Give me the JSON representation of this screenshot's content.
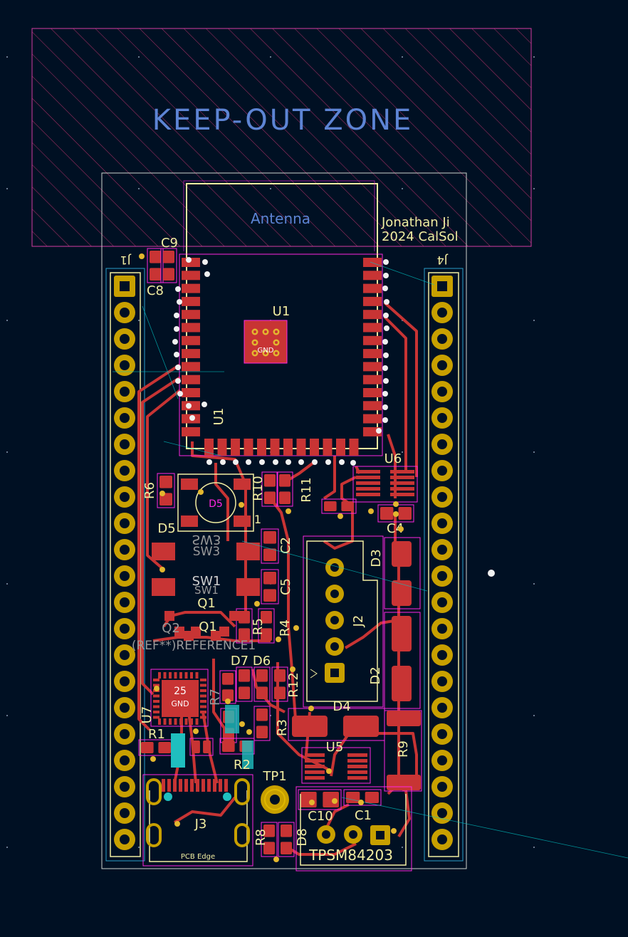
{
  "view": {
    "background": "#001023",
    "colors": {
      "copper": "#c83434",
      "copper_dark": "#a42a2a",
      "pad_gold": "#c8a000",
      "silkscreen": "#f2eda1",
      "courtyard": "#ff26e2",
      "edge": "#d0d2cd",
      "ratsnest": "#00c8c8",
      "keepout_text": "#5d84d4",
      "ref_text": "#e8e3a0",
      "via": "#e3b72e",
      "teal_pad": "#1fbfbf"
    }
  },
  "keepout": {
    "label": "KEEP-OUT ZONE"
  },
  "antenna": {
    "label": "Antenna"
  },
  "credits": {
    "line1": "Jonathan Ji",
    "line2": "2024 CalSol"
  },
  "refs": {
    "C9": "C9",
    "C8": "C8",
    "U1": "U1",
    "U1b": "U1",
    "U6": "U6",
    "C4": "C4",
    "R6": "R6",
    "R10": "R10",
    "R11": "R11",
    "D5": "D5",
    "D5b": "D5",
    "one": "1",
    "C2": "C2",
    "C5": "C5",
    "SW3": "SW3",
    "SW3b": "SW3",
    "SW1": "SW1",
    "SW1b": "SW1",
    "Q1": "Q1",
    "Q1b": "Q1",
    "Q2": "Q2",
    "R5": "R5",
    "R4": "R4",
    "D3": "D3",
    "J2": "J2",
    "D2": "D2",
    "D7D6": "D7 D6",
    "R3": "R3",
    "R12": "R12",
    "D4": "D4",
    "U7": "U7",
    "R1": "R1",
    "R2": "R2",
    "R7": "R7",
    "U5": "U5",
    "R9": "R9",
    "TP1": "TP1",
    "C10": "C10",
    "C1": "C1",
    "R8": "R8",
    "D8": "D8",
    "J3": "J3",
    "J1": "J1",
    "J4": "J4",
    "ref_text": "(REF**)REFERENCE1",
    "ic_num": "25",
    "ic_gnd": "GND",
    "esp_gnd": "GND",
    "pcb_edge": "PCB Edge",
    "tps": "TPSM84203"
  }
}
